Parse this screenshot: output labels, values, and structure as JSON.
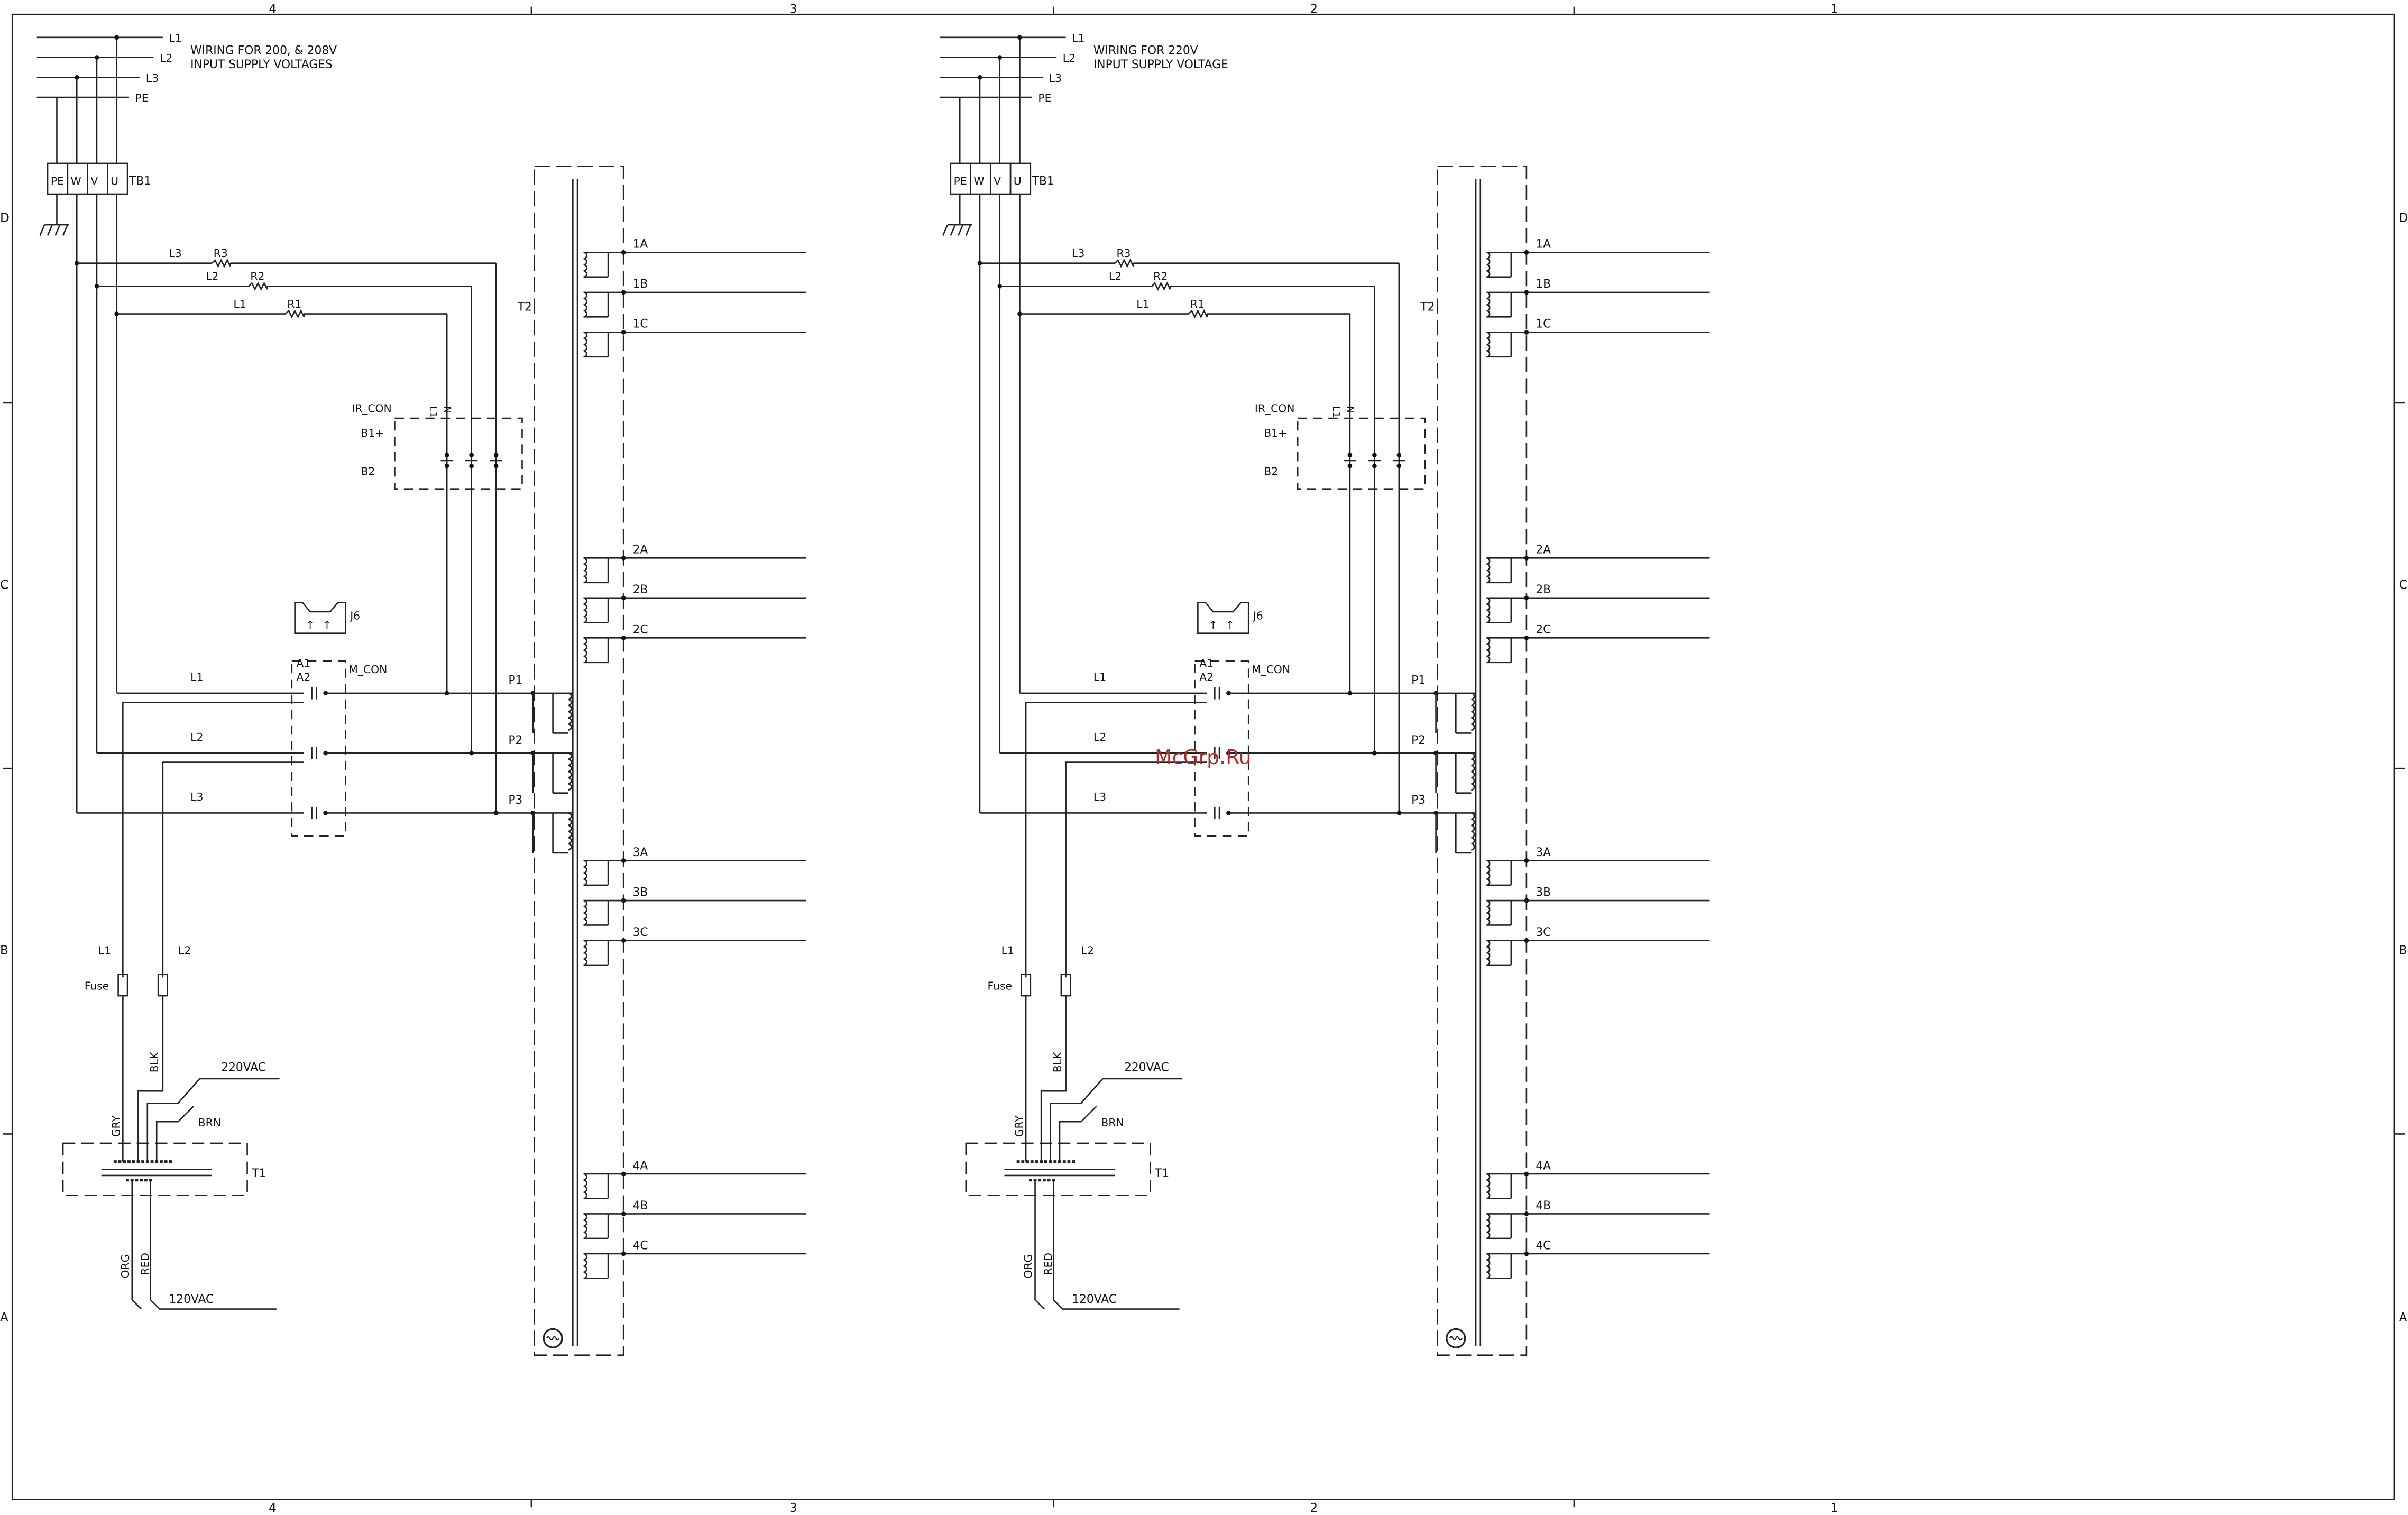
{
  "frame": {
    "top_zones": [
      "4",
      "3",
      "2",
      "1"
    ],
    "bottom_zones": [
      "4",
      "3",
      "2",
      "1"
    ],
    "side_zones": [
      "D",
      "C",
      "B",
      "A"
    ]
  },
  "watermark": "McGrp.Ru",
  "panels": [
    {
      "title_line1": "WIRING FOR 200, & 208V",
      "title_line2": "INPUT SUPPLY VOLTAGES",
      "line_labels": {
        "l1": "L1",
        "l2": "L2",
        "l3": "L3",
        "pe": "PE"
      },
      "terminal_block": {
        "name": "TB1",
        "cells": [
          "PE",
          "W",
          "V",
          "U"
        ]
      },
      "resistors": [
        {
          "line": "L3",
          "name": "R3"
        },
        {
          "line": "L2",
          "name": "R2"
        },
        {
          "line": "L1",
          "name": "R1"
        }
      ],
      "transformer_main": "T2",
      "secondary_taps": [
        "1A",
        "1B",
        "1C",
        "2A",
        "2B",
        "2C",
        "3A",
        "3B",
        "3C",
        "4A",
        "4B",
        "4C"
      ],
      "ir_con": {
        "name": "IR_CON",
        "pins": [
          "L1",
          "N"
        ],
        "b1": "B1+",
        "b2": "B2"
      },
      "j6": "J6",
      "contactor": {
        "name": "M_CON",
        "a1": "A1",
        "a2": "A2"
      },
      "contactor_lines": [
        "L1",
        "L2",
        "L3"
      ],
      "primaries": [
        "P1",
        "P2",
        "P3"
      ],
      "fuse": {
        "label": "Fuse",
        "l1": "L1",
        "l2": "L2"
      },
      "t1": {
        "name": "T1",
        "primary_voltage": "220VAC",
        "secondary_voltage": "120VAC",
        "wires": {
          "gry": "GRY",
          "blk": "BLK",
          "brn": "BRN",
          "org": "ORG",
          "red": "RED"
        }
      }
    },
    {
      "title_line1": "WIRING FOR 220V",
      "title_line2": "INPUT SUPPLY VOLTAGE",
      "line_labels": {
        "l1": "L1",
        "l2": "L2",
        "l3": "L3",
        "pe": "PE"
      },
      "terminal_block": {
        "name": "TB1",
        "cells": [
          "PE",
          "W",
          "V",
          "U"
        ]
      },
      "resistors": [
        {
          "line": "L3",
          "name": "R3"
        },
        {
          "line": "L2",
          "name": "R2"
        },
        {
          "line": "L1",
          "name": "R1"
        }
      ],
      "transformer_main": "T2",
      "secondary_taps": [
        "1A",
        "1B",
        "1C",
        "2A",
        "2B",
        "2C",
        "3A",
        "3B",
        "3C",
        "4A",
        "4B",
        "4C"
      ],
      "ir_con": {
        "name": "IR_CON",
        "pins": [
          "L1",
          "N"
        ],
        "b1": "B1+",
        "b2": "B2"
      },
      "j6": "J6",
      "contactor": {
        "name": "M_CON",
        "a1": "A1",
        "a2": "A2"
      },
      "contactor_lines": [
        "L1",
        "L2",
        "L3"
      ],
      "primaries": [
        "P1",
        "P2",
        "P3"
      ],
      "fuse": {
        "label": "Fuse",
        "l1": "L1",
        "l2": "L2"
      },
      "t1": {
        "name": "T1",
        "primary_voltage": "220VAC",
        "secondary_voltage": "120VAC",
        "wires": {
          "gry": "GRY",
          "blk": "BLK",
          "brn": "BRN",
          "org": "ORG",
          "red": "RED"
        }
      }
    }
  ]
}
